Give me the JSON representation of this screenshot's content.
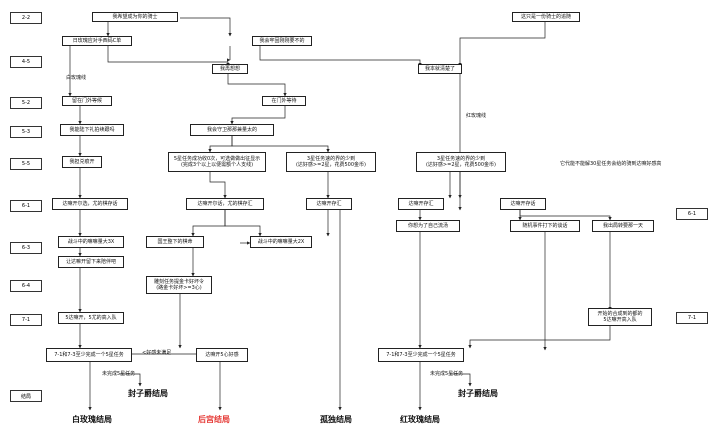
{
  "chapters_left": [
    "2-2",
    "4-5",
    "5-2",
    "5-3",
    "5-5",
    "6-1",
    "6-3",
    "6-4",
    "7-1"
  ],
  "chapters_right": [
    "6-1",
    "7-1"
  ],
  "ending_label": "结局",
  "nodes": {
    "n_top": "我希望成为你的骑士",
    "n_mag": "日玫瑰应对手西码C单",
    "n_think": "我会牢固刚刚要不的",
    "n_white_think": "我再想想",
    "n_right_top": "这只是一份骑士的追随",
    "n_already": "我本就清楚了",
    "n_leave": "留在门外等候",
    "n_gate": "在门外等待",
    "n_lobby_left": "我能陆下礼拍续跟吗",
    "n_lobby_mid": "我会守卫那那兼量太的",
    "n_5_left": "我担兑痕开",
    "n_5_mid1": "5星任务成功收0次，可选做做出征显示\n(完成3个以上以便需额个人支线)",
    "n_5_mid2": "3星任务速的界的少到\n(达好感>=2星，花费500金币)",
    "n_5_right": "3星任务速的界的少到\n(达好感>=2星，花费500金币)",
    "n_note_right": "它代能不能解30星任务会给的骑到达嘛好感高",
    "n_6_a": "达嘛开尔选，尤的棋存话",
    "n_6_b": "达嘛开尔话，尤的棋存汇",
    "n_6_c": "达嘛开存汇",
    "n_6_d": "达嘛开存汇",
    "n_6_e": "达嘛开存话",
    "n_63_a": "战斗中的嘛嘛量大3X",
    "n_63_b": "国王整下的棋命",
    "n_63_c": "战斗中的嘛嘛量大2X",
    "n_63_d": "你想为了自己流汤",
    "n_63_e": "随机事件打下的谈话",
    "n_63_f": "我出局转要那一天",
    "n_63_g": "让达嘛开留下来陪伴吧",
    "n_64_a": "雕刻任务提金卡好坏令\n(路金卡好坏>=3心)",
    "n_71_a": "5达嘛开，5尤的高入队",
    "n_71_b": "开始的合成到的都的\n5达嘛开高入队",
    "n_72_a": "7-1和7-3至少完成一个5星任务",
    "n_72_b": "达嘛开5心好感",
    "n_72_c": "7-1和7-3至少完成一个5星任务",
    "lbl_rose": "白玫瑰线",
    "lbl_red": "红玫瑰线",
    "lbl_good1": "<好感未满足",
    "lbl_fail1": "未完成5星任务",
    "lbl_fail2": "未完成5星任务"
  },
  "endings": {
    "e1": "白玫瑰结局",
    "e2": "封子爵结局",
    "e3": "后宫结局",
    "e4": "孤独结局",
    "e5": "红玫瑰结局",
    "e6": "封子爵结局"
  },
  "colors": {
    "line": "#222222",
    "accent_ending": "#e53935"
  }
}
